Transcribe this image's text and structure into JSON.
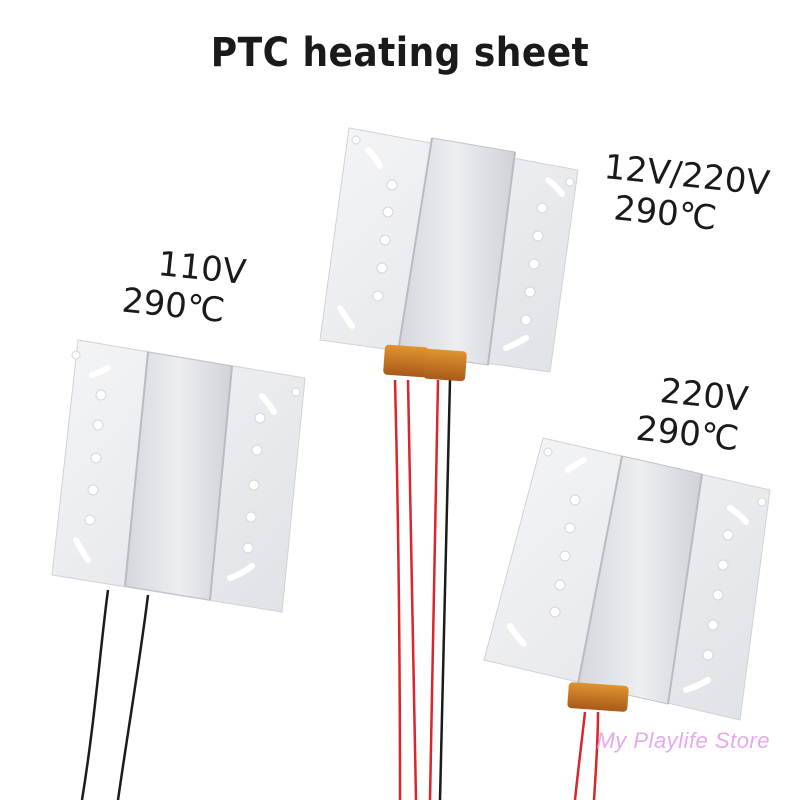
{
  "title": "PTC heating sheet",
  "products": [
    {
      "voltage": "110V",
      "temperature": "290℃"
    },
    {
      "voltage": "12V/220V",
      "temperature": "290℃"
    },
    {
      "voltage": "220V",
      "temperature": "290℃"
    }
  ],
  "watermark": "My Playlife Store",
  "colors": {
    "plate": "#e9ebee",
    "plate_shadow": "#c9ccd1",
    "wire_red": "#d9252b",
    "wire_black": "#1b1b1b",
    "kapton": "#c8741c"
  }
}
